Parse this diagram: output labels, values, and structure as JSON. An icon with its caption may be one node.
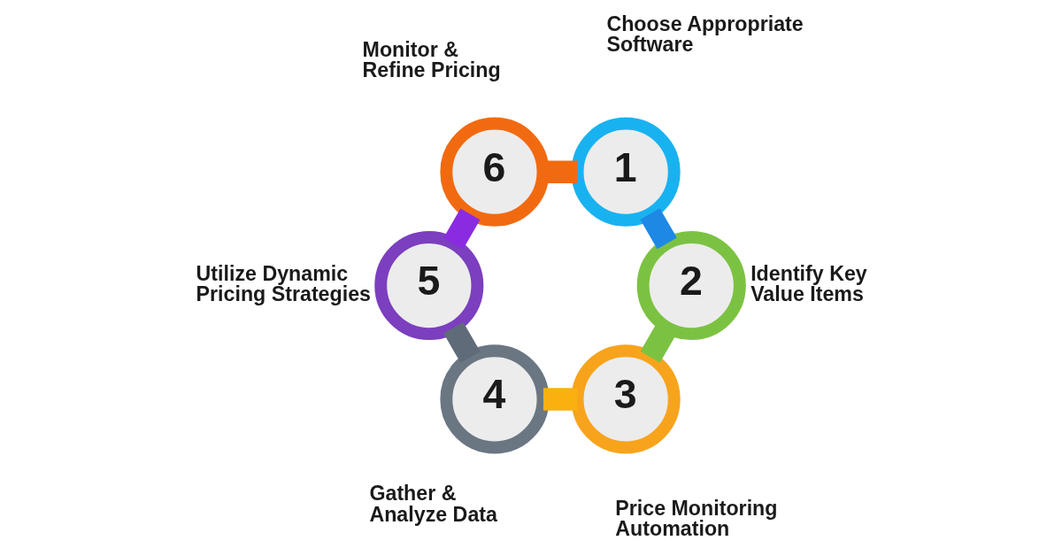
{
  "diagram": {
    "nodes": [
      {
        "text": [
          "1"
        ],
        "beside": [
          "Choose Appropriate Software"
        ]
      },
      {
        "text": [
          "2"
        ],
        "beside": [
          "Identify Key Value Items"
        ]
      },
      {
        "text": [
          "3"
        ],
        "beside": [
          "Price Monitoring Automation"
        ]
      },
      {
        "text": [
          "4"
        ],
        "beside": [
          "Gather & Analyze Data"
        ]
      },
      {
        "text": [
          "5"
        ],
        "beside": [
          "Utilize Dynamic Pricing Strategies"
        ]
      },
      {
        "text": [
          "6"
        ],
        "beside": [
          "Monitor & Refine Pricing"
        ]
      }
    ],
    "edges": [
      {
        "from": 0,
        "to": 1,
        "arrow": "none",
        "color": "#1e88e5"
      },
      {
        "from": 1,
        "to": 2,
        "arrow": "none",
        "color": "#7cc242"
      },
      {
        "from": 2,
        "to": 3,
        "arrow": "none",
        "color": "#f9b10f"
      },
      {
        "from": 3,
        "to": 4,
        "arrow": "none",
        "color": "#5f6b78"
      },
      {
        "from": 4,
        "to": 5,
        "arrow": "none",
        "color": "#8a2be2"
      },
      {
        "from": 5,
        "to": 0,
        "arrow": "none",
        "color": "#f26a10"
      }
    ]
  }
}
